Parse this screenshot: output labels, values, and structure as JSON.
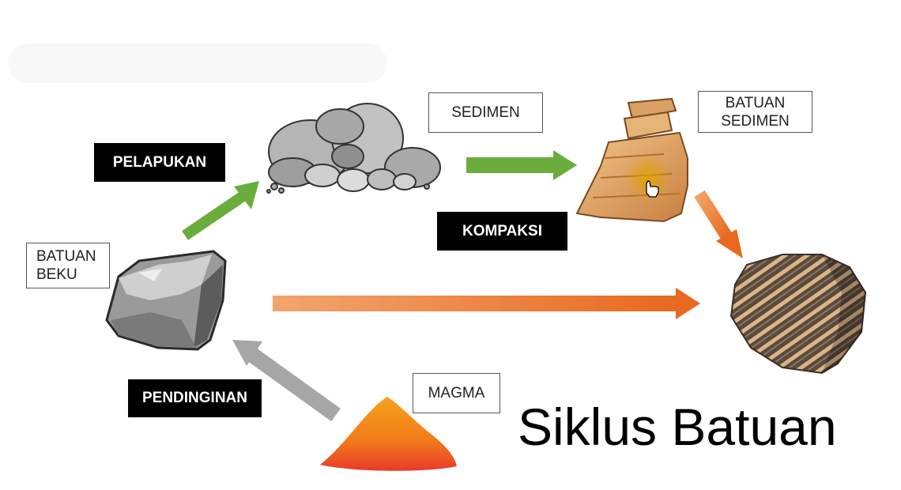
{
  "title": "Siklus Batuan",
  "labels": {
    "batuan_beku": [
      "BATUAN",
      "BEKU"
    ],
    "sedimen": "SEDIMEN",
    "batuan_sedimen": [
      "BATUAN",
      "SEDIMEN"
    ],
    "magma": "MAGMA"
  },
  "processes": {
    "pelapukan": "PELAPUKAN",
    "kompaksi": "KOMPAKSI",
    "pendinginan": "PENDINGINAN"
  },
  "colors": {
    "green_arrow": "#6aad3d",
    "orange_arrow": "#ee7d2e",
    "gray_arrow": "#a6a6a6",
    "tag_bg": "#000000",
    "rock_gray": "#9a9a9a",
    "sandstone": "#e2a35c",
    "magma": "#f07a1c"
  },
  "icons": [
    "igneous-rock-icon",
    "sediment-pile-icon",
    "sedimentary-rock-icon",
    "metamorphic-rock-icon",
    "magma-icon",
    "hand-cursor-icon"
  ]
}
